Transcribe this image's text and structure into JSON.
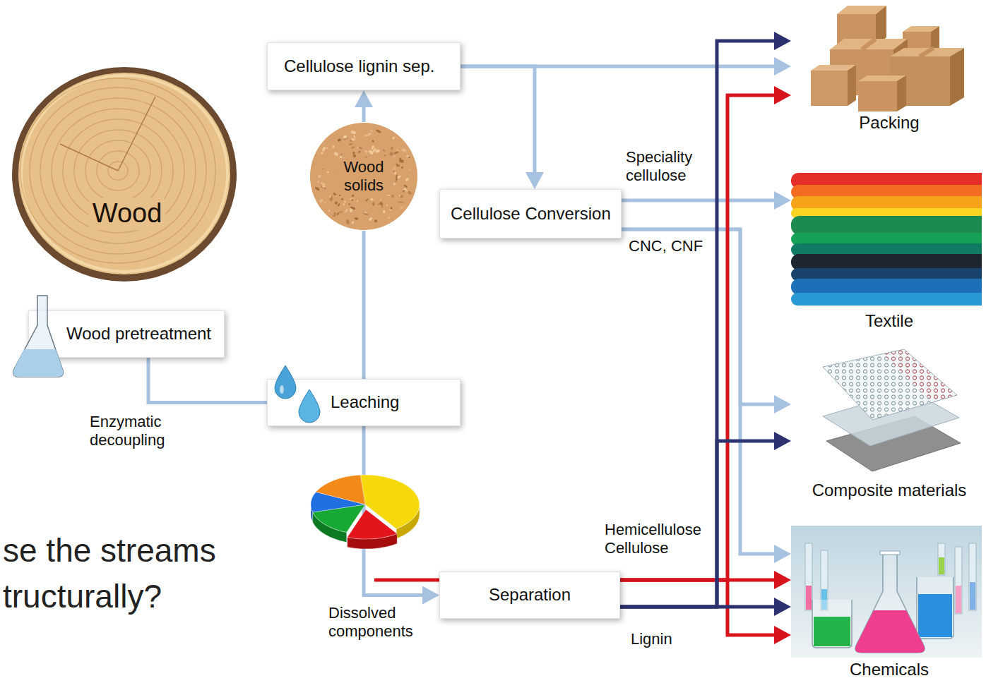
{
  "diagram": {
    "nodes": [
      {
        "text": [
          "Wood"
        ]
      },
      {
        "text": [
          "Wood pretreatment"
        ]
      },
      {
        "text": [
          "Leaching"
        ]
      },
      {
        "text": [
          "Wood solids"
        ]
      },
      {
        "text": [
          "Cellulose lignin sep."
        ]
      },
      {
        "text": [
          "Cellulose Conversion"
        ]
      },
      {
        "text": [
          "Separation"
        ]
      },
      {
        "text": [
          "Packing"
        ]
      },
      {
        "text": [
          "Textile"
        ]
      },
      {
        "text": [
          "Composite materials"
        ]
      },
      {
        "text": [
          "Chemicals"
        ]
      }
    ],
    "edges": [
      {
        "from": 1,
        "to": 2,
        "label": "Enzymatic decoupling",
        "arrow": "none"
      },
      {
        "from": 2,
        "to": 3,
        "arrow": "none"
      },
      {
        "from": 3,
        "to": 4,
        "arrow": "to"
      },
      {
        "from": 4,
        "to": 7,
        "arrow": "to"
      },
      {
        "from": 4,
        "to": 5,
        "arrow": "to"
      },
      {
        "from": 5,
        "to": 8,
        "label": "Speciality cellulose",
        "arrow": "to"
      },
      {
        "from": 5,
        "to": 9,
        "label": "CNC, CNF",
        "arrow": "to"
      },
      {
        "from": 5,
        "to": 10,
        "arrow": "to"
      },
      {
        "from": 2,
        "to": 6,
        "label": "Dissolved components",
        "arrow": "to"
      },
      {
        "from": 6,
        "to": 10,
        "label": "Hemicellulose Cellulose",
        "arrow": "to"
      },
      {
        "from": 6,
        "to": 7,
        "arrow": "to"
      },
      {
        "from": 6,
        "to": 10,
        "arrow": "to"
      },
      {
        "from": 6,
        "to": 10,
        "label": "Lignin",
        "arrow": "to"
      },
      {
        "from": 6,
        "to": 7,
        "arrow": "to"
      },
      {
        "from": 6,
        "to": 9,
        "arrow": "to"
      }
    ],
    "labels": [
      "se the streams tructurally?"
    ]
  }
}
